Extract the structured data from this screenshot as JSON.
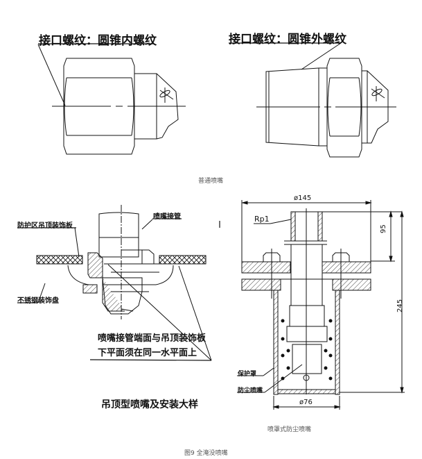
{
  "figure_caption": "图9 全淹没喷嘴",
  "top_left": {
    "label": "接口螺纹：圆锥内螺纹"
  },
  "top_right": {
    "label": "接口螺纹：圆锥外螺纹"
  },
  "top_caption": "普通喷嘴",
  "bottom_left": {
    "labels": {
      "ceiling_panel": "防护区吊顶装饰板",
      "pipe": "喷嘴接管",
      "trim_ring": "不锈钢装饰盘",
      "note_line1": "喷嘴接管端面与吊顶装饰板",
      "note_line2": "下平面须在同一水平面上"
    },
    "caption": "吊顶型喷嘴及安装大样"
  },
  "bottom_right": {
    "dimensions": {
      "top_width": "ø145",
      "thread": "Rp1",
      "height_upper": "95",
      "height_total": "245",
      "bottom_width": "ø76"
    },
    "labels": {
      "guard": "保护罩",
      "nozzle": "防尘喷嘴"
    },
    "caption": "喷罩式防尘喷嘴"
  },
  "colors": {
    "line": "#111111",
    "caption": "#555555"
  }
}
